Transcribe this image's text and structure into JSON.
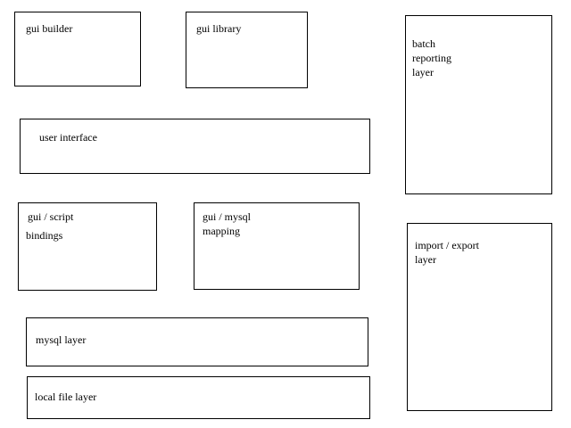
{
  "diagram": {
    "background_color": "#ffffff",
    "box_border_color": "#000000",
    "text_color": "#000000",
    "boxes": {
      "gui_builder": {
        "label": "gui builder"
      },
      "gui_library": {
        "label": "gui library"
      },
      "batch_reporting_layer": {
        "lines": [
          "batch",
          "reporting",
          "layer"
        ]
      },
      "user_interface": {
        "label": "user interface"
      },
      "gui_script_bindings": {
        "lines": [
          "gui / script",
          "bindings"
        ]
      },
      "gui_mysql_mapping": {
        "lines": [
          "gui / mysql",
          "mapping"
        ]
      },
      "import_export_layer": {
        "lines": [
          "import / export",
          "layer"
        ]
      },
      "mysql_layer": {
        "label": "mysql layer"
      },
      "local_file_layer": {
        "label": "local file layer"
      }
    }
  }
}
